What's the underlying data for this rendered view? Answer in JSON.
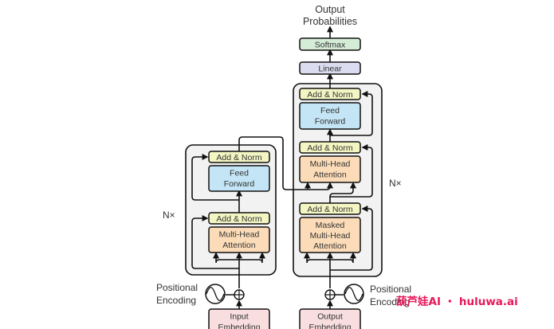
{
  "title": {
    "line1": "Output",
    "line2": "Probabilities"
  },
  "decoder": {
    "softmax": "Softmax",
    "linear": "Linear",
    "add_norm_top": "Add & Norm",
    "feed_forward": [
      "Feed",
      "Forward"
    ],
    "add_norm_mid": "Add & Norm",
    "cross_attention": [
      "Multi-Head",
      "Attention"
    ],
    "add_norm_bottom": "Add & Norm",
    "masked_attention": [
      "Masked",
      "Multi-Head",
      "Attention"
    ],
    "repeat_label": "N×",
    "positional_encoding": [
      "Positional",
      "Encoding"
    ],
    "embedding": [
      "Output",
      "Embedding"
    ]
  },
  "encoder": {
    "add_norm_top": "Add & Norm",
    "feed_forward": [
      "Feed",
      "Forward"
    ],
    "add_norm_bottom": "Add & Norm",
    "self_attention": [
      "Multi-Head",
      "Attention"
    ],
    "repeat_label": "N×",
    "positional_encoding": [
      "Positional",
      "Encoding"
    ],
    "embedding": [
      "Input",
      "Embedding"
    ]
  },
  "watermark": "葫芦娃AI ・ huluwa.ai",
  "colors": {
    "add_norm": "#f3f6c3",
    "feed_forward": "#c4e5f5",
    "attention": "#fcdcb8",
    "softmax": "#d5ecd6",
    "linear": "#dcdcf0",
    "embedding": "#f8dede",
    "block_bg": "#f2f2f2",
    "stroke": "#111111"
  }
}
